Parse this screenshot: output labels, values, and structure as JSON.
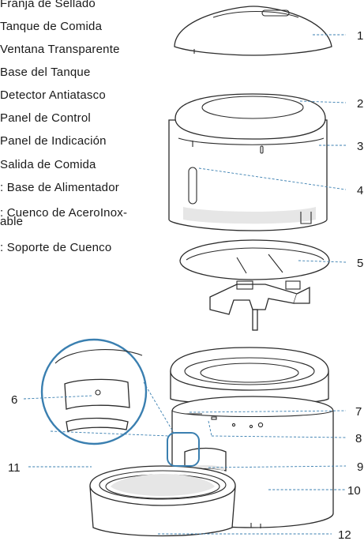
{
  "legend": {
    "items": [
      "Franja de Sellado",
      "Tanque de Comida",
      "Ventana Transparente",
      "Base del Tanque",
      "Detector Antiatasco",
      "Panel de Control",
      "Panel de Indicación",
      "Salida de Comida",
      ": Base de Alimentador",
      ": Cuenco de AceroInox-\nable",
      ": Soporte de Cuenco"
    ]
  },
  "callouts": [
    "1",
    "2",
    "3",
    "4",
    "5",
    "6",
    "7",
    "8",
    "9",
    "10",
    "11",
    "12"
  ],
  "colors": {
    "line": "#2b2b2b",
    "leader": "#3a7fb0",
    "shade": "#e6e6e6"
  }
}
